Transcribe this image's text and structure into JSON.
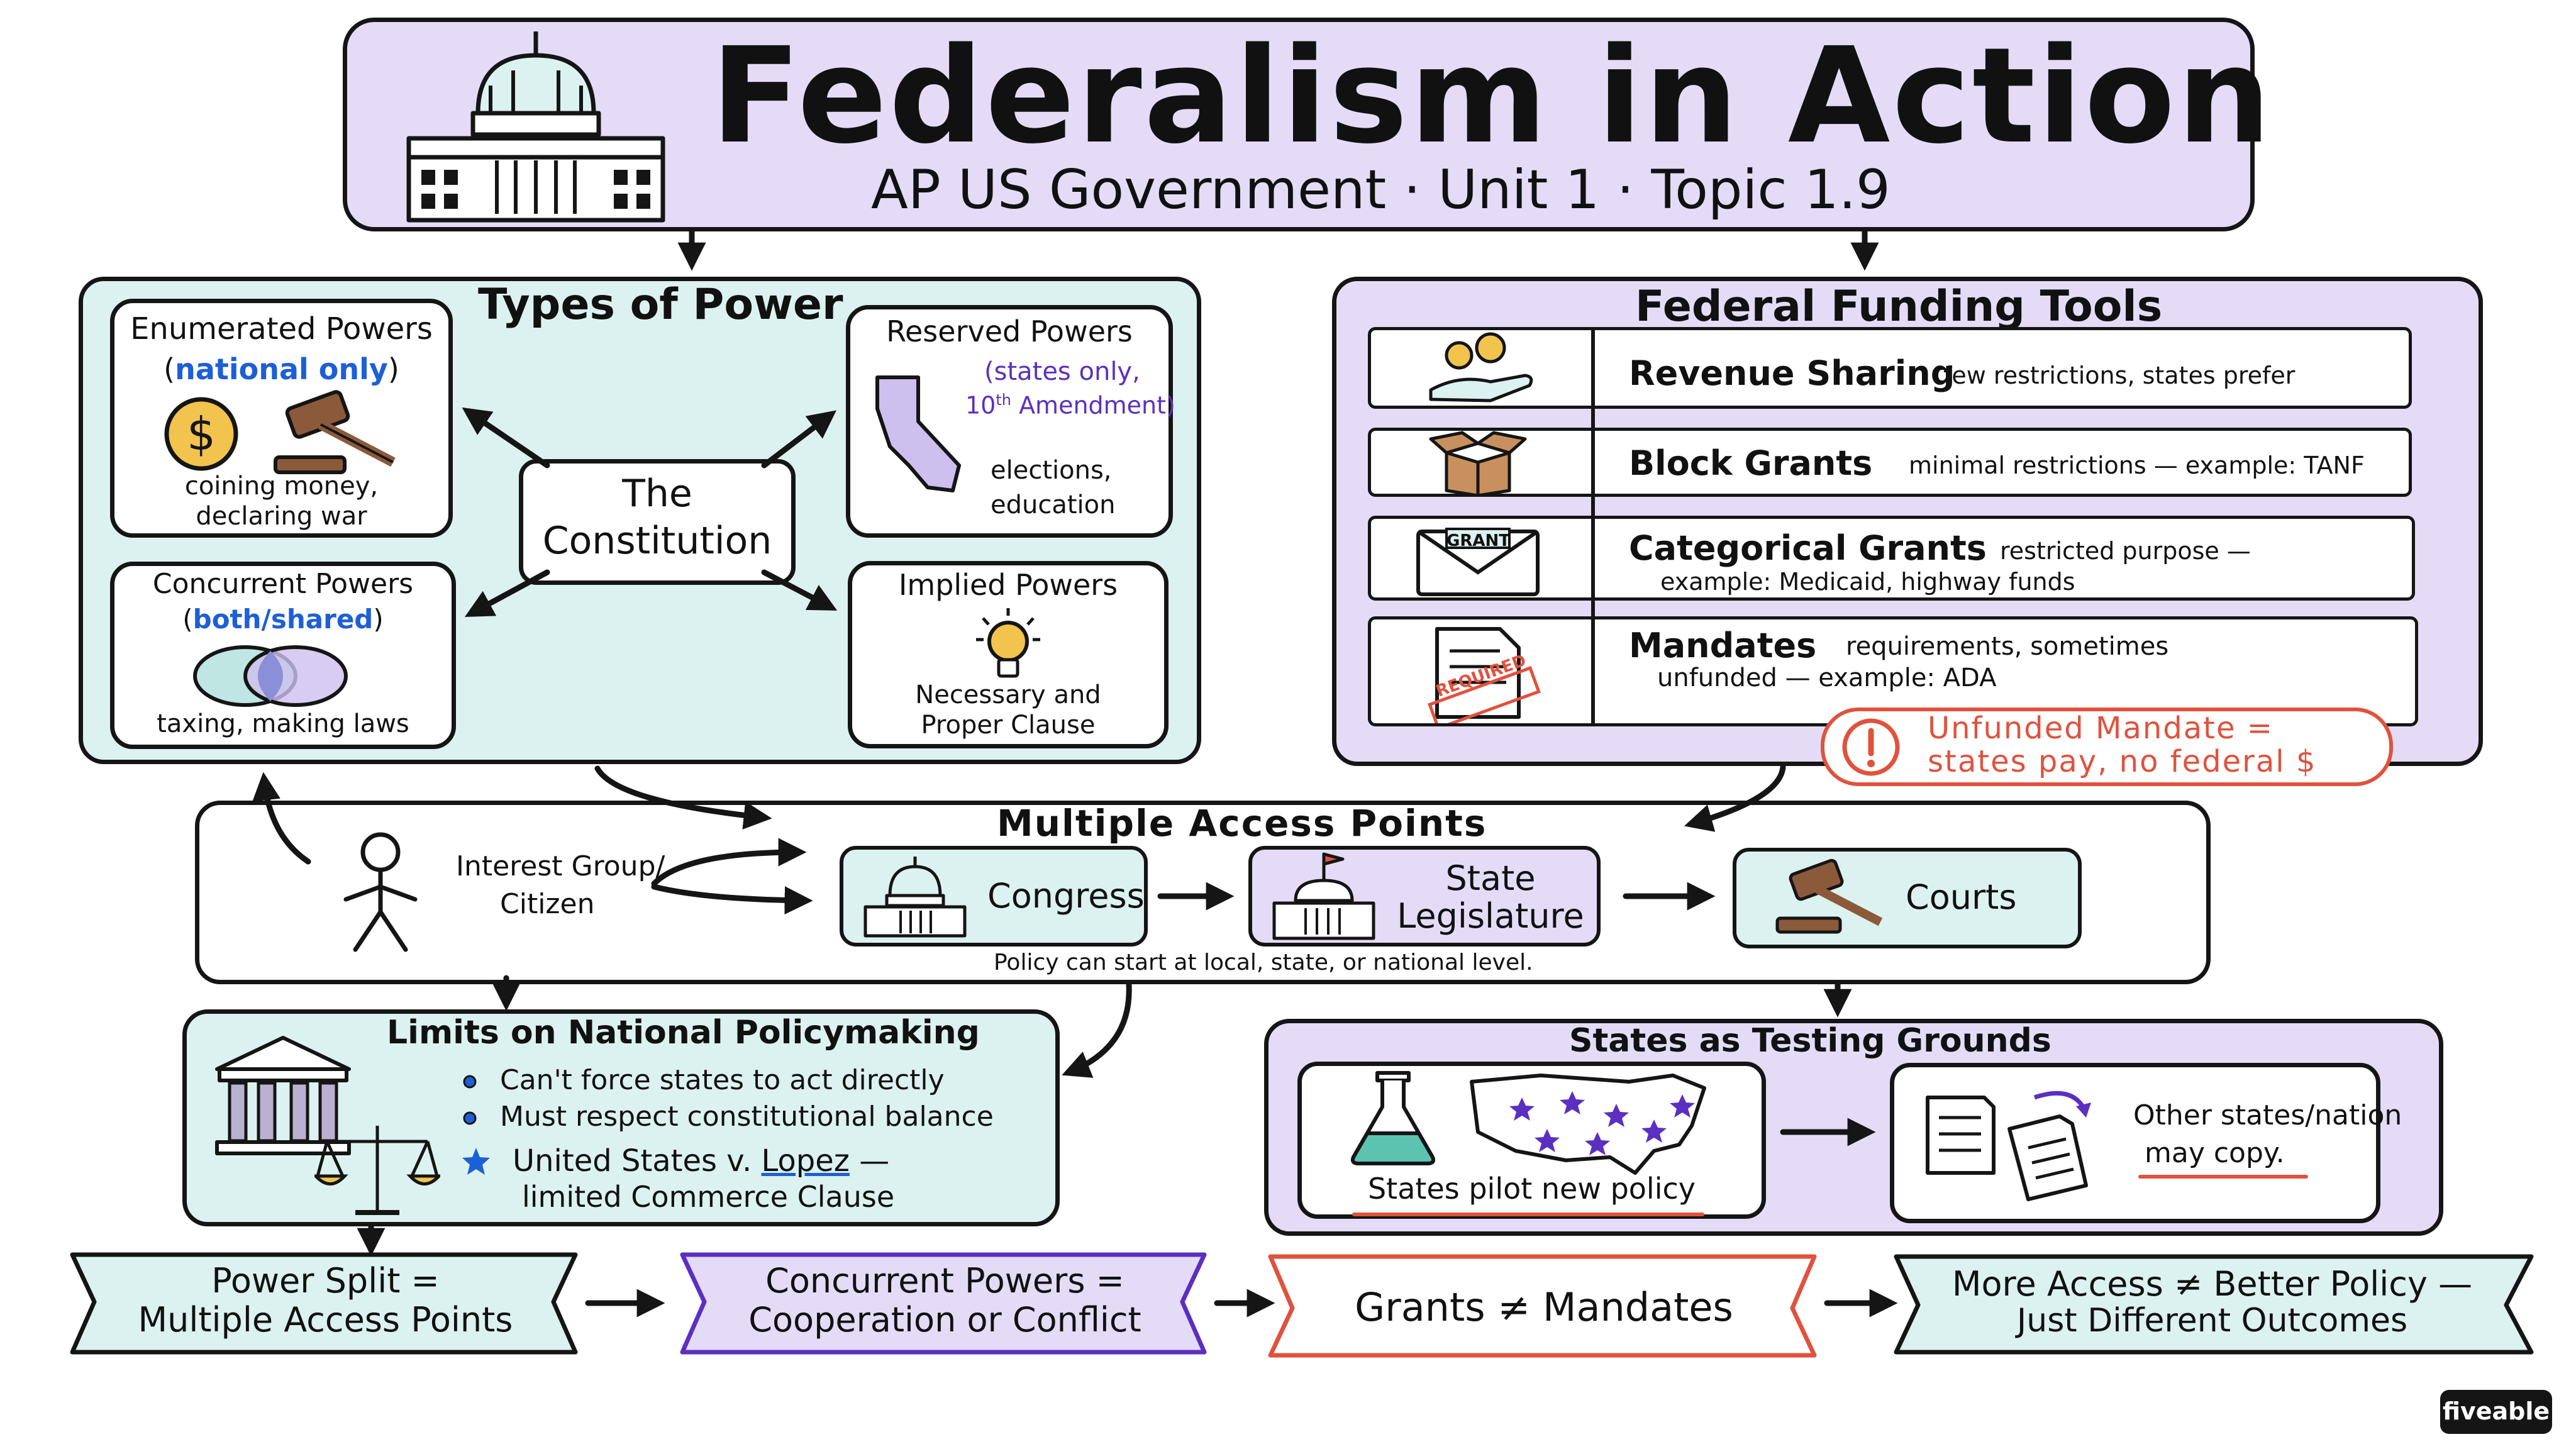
{
  "header": {
    "title": "Federalism in Action",
    "subtitle": "AP US Government · Unit 1 · Topic 1.9"
  },
  "types_of_power": {
    "heading": "Types of Power",
    "center": [
      "The",
      "Constitution"
    ],
    "enumerated": {
      "title": "Enumerated Powers",
      "open": "(",
      "note": "national only",
      "close": ")",
      "desc": [
        "coining money,",
        "declaring war"
      ]
    },
    "reserved": {
      "title": "Reserved Powers",
      "note1": "(states only,",
      "note2a": "10",
      "note2sup": "th",
      "note2b": " Amendment)",
      "desc": [
        "elections,",
        "education"
      ]
    },
    "concurrent": {
      "title": "Concurrent Powers",
      "open": "(",
      "note": "both/shared",
      "close": ")",
      "desc": "taxing, making laws"
    },
    "implied": {
      "title": "Implied Powers",
      "desc": [
        "Necessary and",
        "Proper Clause"
      ]
    }
  },
  "funding": {
    "heading": "Federal Funding Tools",
    "rows": [
      {
        "name": "Revenue Sharing",
        "desc": "few restrictions, states prefer",
        "desc2": ""
      },
      {
        "name": "Block Grants",
        "desc": "minimal restrictions — example: TANF",
        "desc2": ""
      },
      {
        "name": "Categorical Grants",
        "desc": "restricted purpose —",
        "desc2": "example: Medicaid, highway funds"
      },
      {
        "name": "Mandates",
        "desc": "requirements, sometimes",
        "desc2": "unfunded — example: ADA"
      }
    ],
    "envelope_label": "GRANT",
    "stamp_label": "REQUIRED",
    "callout": [
      "Unfunded Mandate =",
      "states pay, no federal $"
    ]
  },
  "access": {
    "heading": "Multiple Access Points",
    "actor": [
      "Interest Group/",
      "Citizen"
    ],
    "congress": "Congress",
    "state_leg": [
      "State",
      "Legislature"
    ],
    "courts": "Courts",
    "note": "Policy can start at local, state, or national level."
  },
  "limits": {
    "heading": "Limits on National Policymaking",
    "bullet1": "Can't force states to act directly",
    "bullet2": "Must respect constitutional balance",
    "case_a": "United States v. ",
    "case_b": "Lopez",
    "case_c": " —",
    "case_line2": "limited Commerce Clause"
  },
  "testing": {
    "heading": "States as Testing Grounds",
    "left": "States pilot new policy",
    "right": [
      "Other states/nation",
      "may copy."
    ]
  },
  "banners": [
    [
      "Power Split =",
      "Multiple Access Points"
    ],
    [
      "Concurrent Powers =",
      "Cooperation or Conflict"
    ],
    [
      "Grants ≠ Mandates"
    ],
    [
      "More Access ≠ Better Policy —",
      "Just Different Outcomes"
    ]
  ],
  "brand": "fiveable",
  "colors": {
    "purple_fill": "#e4dcf7",
    "teal_fill": "#dcf2f0",
    "blue_text": "#1d5fd6",
    "purple_text": "#5b2fc0",
    "red": "#e0523e",
    "gold": "#f2c44e",
    "brown": "#8a5a3b"
  }
}
